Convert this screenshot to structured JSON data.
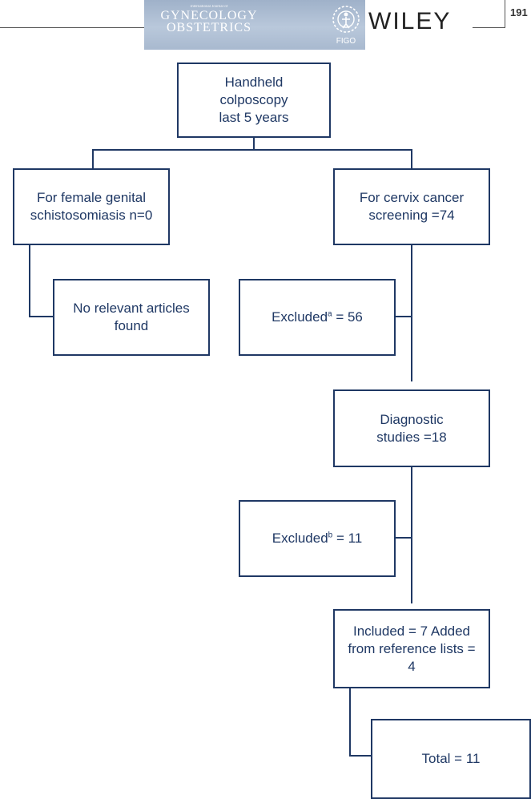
{
  "header": {
    "journal_small": "International Journal of",
    "journal_line1": "GYNECOLOGY",
    "journal_line2": "OBSTETRICS",
    "figo_label": "FIGO",
    "publisher": "WILEY",
    "page_number": "191"
  },
  "flowchart": {
    "root": "Handheld colposcopy last 5 years",
    "left_branch": "For female genital schistosomiasis n=0",
    "left_result": "No relevant articles found",
    "right_branch": "For cervix cancer screening =74",
    "excluded_a_prefix": "Excluded",
    "excluded_a_sup": "a",
    "excluded_a_suffix": " = 56",
    "diagnostic": "Diagnostic studies =18",
    "excluded_b_prefix": "Excluded",
    "excluded_b_sup": "b",
    "excluded_b_suffix": " = 11",
    "included": "Included = 7 Added from reference lists = 4",
    "total": "Total = 11"
  }
}
